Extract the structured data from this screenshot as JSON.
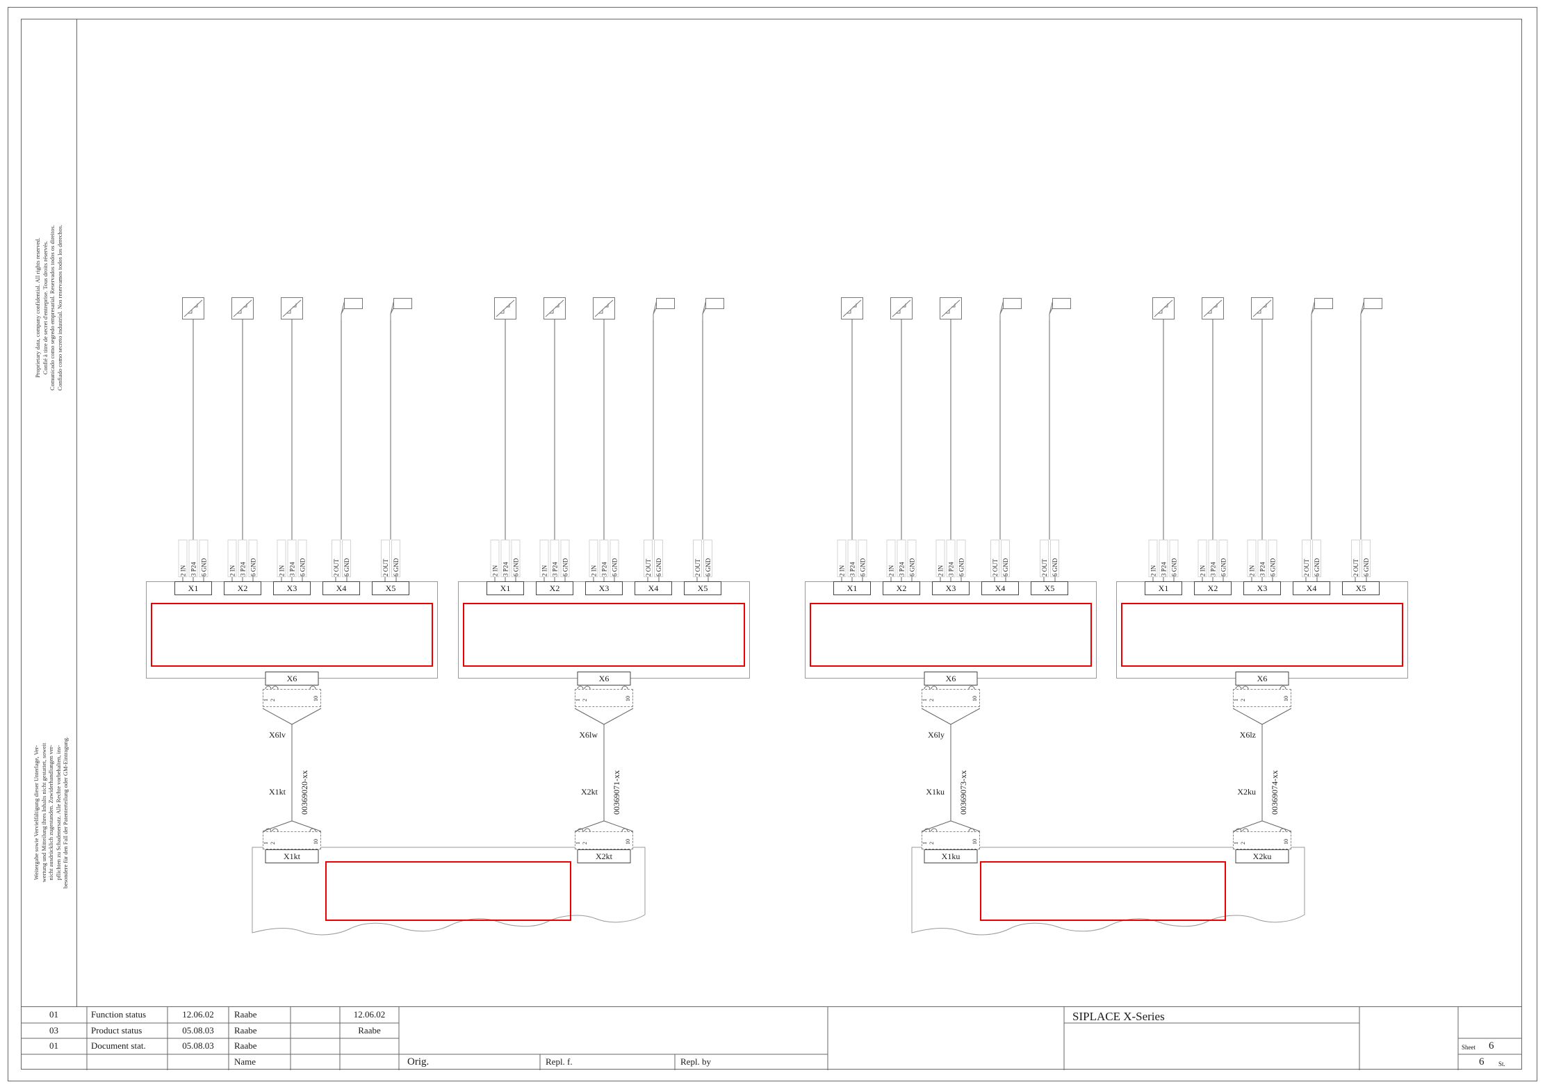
{
  "drawing": {
    "left_margin": {
      "top_notice": [
        "Proprietary data, company confidential. All rights reserved.",
        "Confié à titre de secret d'entreprise. Tous droits réservés.",
        "Comunicado como segredo empresarial. Reservados todos os direitos.",
        "Confiado como secreto industrial. Nos reservamos todos los derechos."
      ],
      "bottom_notice": [
        "Weitergabe sowie Vervielfältigung dieser Unterlage, Ver-",
        "wertung und Mitteilung ihres Inhalts nicht gestattet, soweit",
        "nicht ausdrücklich zugestanden. Zuwiderhandlungen ver-",
        "pflichten zu Schadenersatz. Alle Rechte vorbehalten, ins-",
        "besondere für den Fall der Patenterteilung oder GM-Eintragung."
      ]
    },
    "connector_pin_nums": [
      "1",
      "2",
      "10"
    ],
    "groups": [
      {
        "connectors": [
          {
            "label": "X1",
            "pins": [
              "2 IN",
              "3 P24",
              "6 GND"
            ]
          },
          {
            "label": "X2",
            "pins": [
              "2 IN",
              "3 P24",
              "6 GND"
            ]
          },
          {
            "label": "X3",
            "pins": [
              "2 IN",
              "3 P24",
              "6 GND"
            ]
          },
          {
            "label": "X4",
            "pins": [
              "2 OUT",
              "6 GND"
            ]
          },
          {
            "label": "X5",
            "pins": [
              "2 OUT",
              "6 GND"
            ]
          }
        ],
        "x6_label": "X6",
        "cable": {
          "top_label": "X6lv",
          "part_number": "00369020-xx",
          "bottom_label": "X1kt"
        },
        "bottom_connector_label": "X1kt"
      },
      {
        "connectors": [
          {
            "label": "X1",
            "pins": [
              "2 IN",
              "3 P24",
              "6 GND"
            ]
          },
          {
            "label": "X2",
            "pins": [
              "2 IN",
              "3 P24",
              "6 GND"
            ]
          },
          {
            "label": "X3",
            "pins": [
              "2 IN",
              "3 P24",
              "6 GND"
            ]
          },
          {
            "label": "X4",
            "pins": [
              "2 OUT",
              "6 GND"
            ]
          },
          {
            "label": "X5",
            "pins": [
              "2 OUT",
              "6 GND"
            ]
          }
        ],
        "x6_label": "X6",
        "cable": {
          "top_label": "X6lw",
          "part_number": "00369071-xx",
          "bottom_label": "X2kt"
        },
        "bottom_connector_label": "X2kt"
      },
      {
        "connectors": [
          {
            "label": "X1",
            "pins": [
              "2 IN",
              "3 P24",
              "6 GND"
            ]
          },
          {
            "label": "X2",
            "pins": [
              "2 IN",
              "3 P24",
              "6 GND"
            ]
          },
          {
            "label": "X3",
            "pins": [
              "2 IN",
              "3 P24",
              "6 GND"
            ]
          },
          {
            "label": "X4",
            "pins": [
              "2 OUT",
              "6 GND"
            ]
          },
          {
            "label": "X5",
            "pins": [
              "2 OUT",
              "6 GND"
            ]
          }
        ],
        "x6_label": "X6",
        "cable": {
          "top_label": "X6ly",
          "part_number": "00369073-xx",
          "bottom_label": "X1ku"
        },
        "bottom_connector_label": "X1ku"
      },
      {
        "connectors": [
          {
            "label": "X1",
            "pins": [
              "2 IN",
              "3 P24",
              "6 GND"
            ]
          },
          {
            "label": "X2",
            "pins": [
              "2 IN",
              "3 P24",
              "6 GND"
            ]
          },
          {
            "label": "X3",
            "pins": [
              "2 IN",
              "3 P24",
              "6 GND"
            ]
          },
          {
            "label": "X4",
            "pins": [
              "2 OUT",
              "6 GND"
            ]
          },
          {
            "label": "X5",
            "pins": [
              "2 OUT",
              "6 GND"
            ]
          }
        ],
        "x6_label": "X6",
        "cable": {
          "top_label": "X6lz",
          "part_number": "00369074-xx",
          "bottom_label": "X2ku"
        },
        "bottom_connector_label": "X2ku"
      }
    ],
    "title_block": {
      "rows": [
        {
          "rev": "01",
          "desc": "Function status",
          "date": "12.06.02",
          "name": "Raabe"
        },
        {
          "rev": "03",
          "desc": "Product status",
          "date": "05.08.03",
          "name": "Raabe"
        },
        {
          "rev": "01",
          "desc": "Document stat.",
          "date": "05.08.03",
          "name": "Raabe"
        }
      ],
      "current_date": "12.06.02",
      "current_name": "Raabe",
      "name_label": "Name",
      "orig_label": "Orig.",
      "repl_f_label": "Repl. f.",
      "repl_by_label": "Repl. by",
      "product_title": "SIPLACE X-Series",
      "sheet_label": "Sheet",
      "sheet_number": "6",
      "st_number": "6",
      "st_label": "St."
    }
  }
}
